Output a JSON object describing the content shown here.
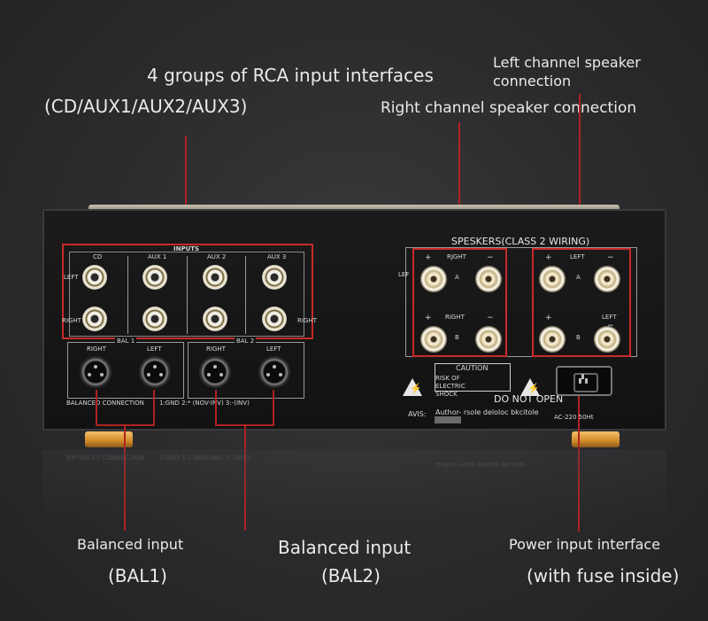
{
  "annotations": {
    "rca_inputs_line1": "4 groups of RCA input interfaces",
    "rca_inputs_line2": "(CD/AUX1/AUX2/AUX3)",
    "left_speaker_line1": "Left channel speaker",
    "left_speaker_line2": "connection",
    "right_speaker": "Right channel speaker connection",
    "bal1_line1": "Balanced input",
    "bal1_line2": "(BAL1)",
    "bal2_line1": "Balanced input",
    "bal2_line2": "(BAL2)",
    "power_line1": "Power input interface",
    "power_line2": "(with fuse inside)"
  },
  "panel": {
    "inputs_title": "INPUTS",
    "cd": "CD",
    "aux1": "AUX 1",
    "aux2": "AUX 2",
    "aux3": "AUX 3",
    "left": "LEFT",
    "right": "RIGHT",
    "bal1": "BAL 1",
    "bal2": "BAL 2",
    "xlr_right": "RIGHT",
    "xlr_left": "LEFT",
    "balanced_connection": "BALANCED CONNECTION",
    "pin_legend": "1:GND 2:* (NOV-INV) 3:-(INV)",
    "speakers_title": "SPESKERS(CLASS 2 WIRING)",
    "sp_right_top": "RJGHT",
    "sp_right_bottom": "RIGHT",
    "sp_left_top": "LEFT",
    "sp_left_bottom": "LEFT",
    "sp_lef": "LEF",
    "plus": "+",
    "minus": "−",
    "terminal_a": "A",
    "terminal_b": "B",
    "caution": "CAUTION",
    "risk": "RISK OF ELECTRIC SHOCK",
    "do_not_open": "DO NOT OPEN",
    "avis": "AVIS:",
    "author_note": "Author- rsole deloloc bkcitole",
    "ac_rating": "AC-220 50Ht",
    "warn_glyph": "⚡"
  },
  "colors": {
    "annotation_line": "#b02222",
    "highlight_box": "#c72a2a",
    "gold_feet": "#d08a2a"
  }
}
